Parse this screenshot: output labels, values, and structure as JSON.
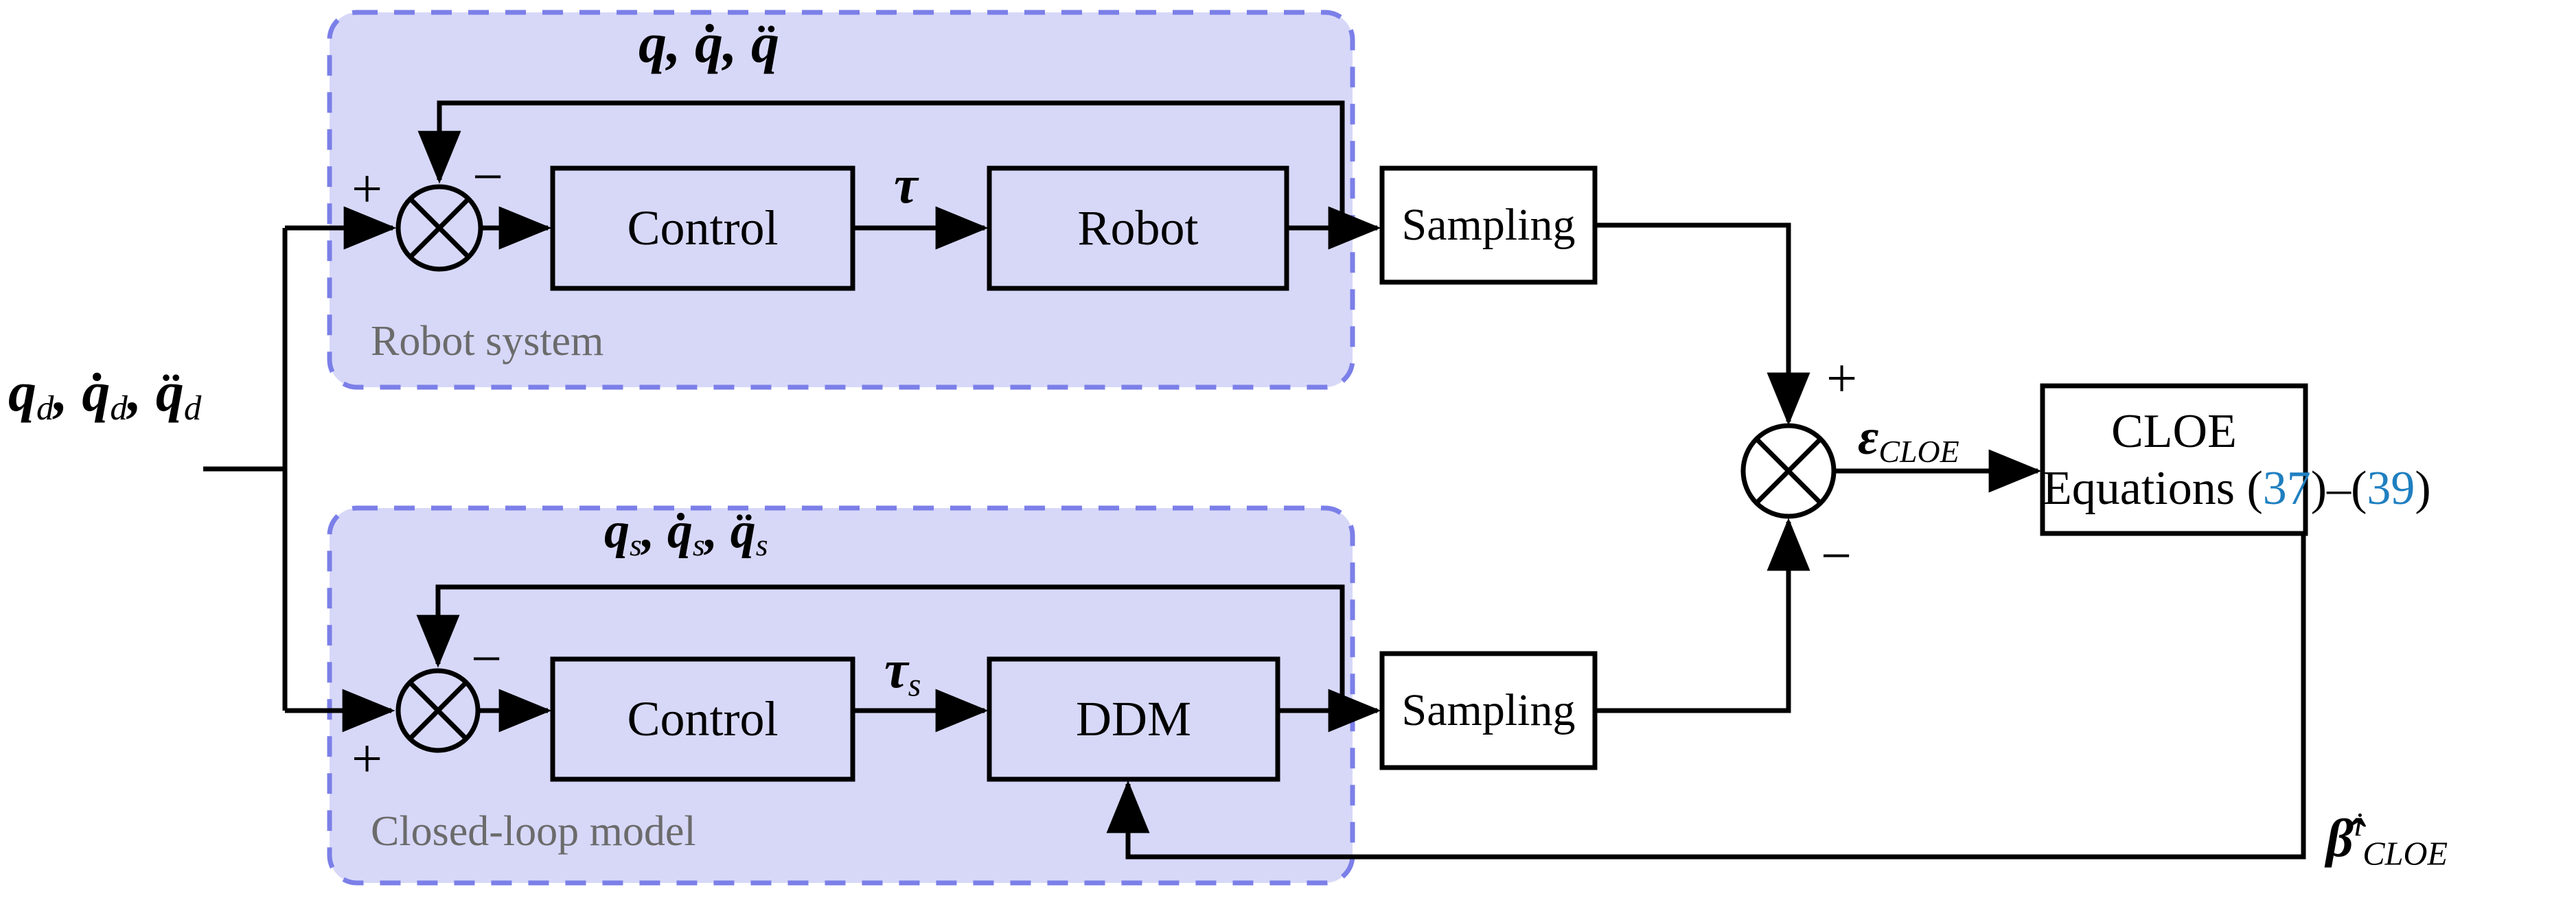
{
  "figure": {
    "type": "block-diagram",
    "title": "CLOE closed-loop output error identification block diagram",
    "background": "#ffffff",
    "accent_panel_fill": "#d7d8f8",
    "accent_panel_stroke": "#7b7fe8",
    "panel_caption_color": "#6b6b6b",
    "equation_link_color": "#1f7fc0",
    "line_color": "#000000"
  },
  "panels": [
    {
      "id": "robot-system",
      "caption": "Robot system"
    },
    {
      "id": "closed-loop-model",
      "caption": "Closed-loop model"
    }
  ],
  "blocks": [
    {
      "id": "control-top",
      "label": "Control"
    },
    {
      "id": "robot",
      "label": "Robot"
    },
    {
      "id": "sampling-top",
      "label": "Sampling"
    },
    {
      "id": "control-bottom",
      "label": "Control"
    },
    {
      "id": "ddm",
      "label": "DDM"
    },
    {
      "id": "sampling-bottom",
      "label": "Sampling"
    }
  ],
  "cloe_block": {
    "line1": "CLOE",
    "line2_prefix": "Equations ",
    "eq_open1": "(",
    "eq_first": "37",
    "eq_close1": ")",
    "eq_dash": "–",
    "eq_open2": "(",
    "eq_second": "39",
    "eq_close2": ")"
  },
  "signals": {
    "reference": {
      "base1": "q",
      "sub1": "d",
      "base2": "q̇",
      "sub2": "d",
      "base3": "q̈",
      "sub3": "d",
      "sep": ", "
    },
    "robot_feedback": {
      "text": "q, q̇, q̈"
    },
    "model_feedback": {
      "base1": "q",
      "sub1": "s",
      "base2": "q̇",
      "sub2": "s",
      "base3": "q̈",
      "sub3": "s",
      "sep": ", "
    },
    "torque_top": {
      "base": "τ",
      "sub": ""
    },
    "torque_bottom": {
      "base": "τ",
      "sub": "s"
    },
    "error": {
      "base": "ε",
      "sub": "CLOE"
    },
    "parameter_estimate": {
      "base": "β̂",
      "sup": "i",
      "sub": "CLOE"
    }
  },
  "signs": {
    "top_plus": "+",
    "top_minus": "−",
    "bottom_minus": "−",
    "bottom_plus": "+",
    "compare_plus": "+",
    "compare_minus": "−"
  },
  "summing_junctions": [
    {
      "id": "sum-top",
      "symbol": "cross-circle"
    },
    {
      "id": "sum-bottom",
      "symbol": "cross-circle"
    },
    {
      "id": "sum-compare",
      "symbol": "cross-circle"
    }
  ]
}
